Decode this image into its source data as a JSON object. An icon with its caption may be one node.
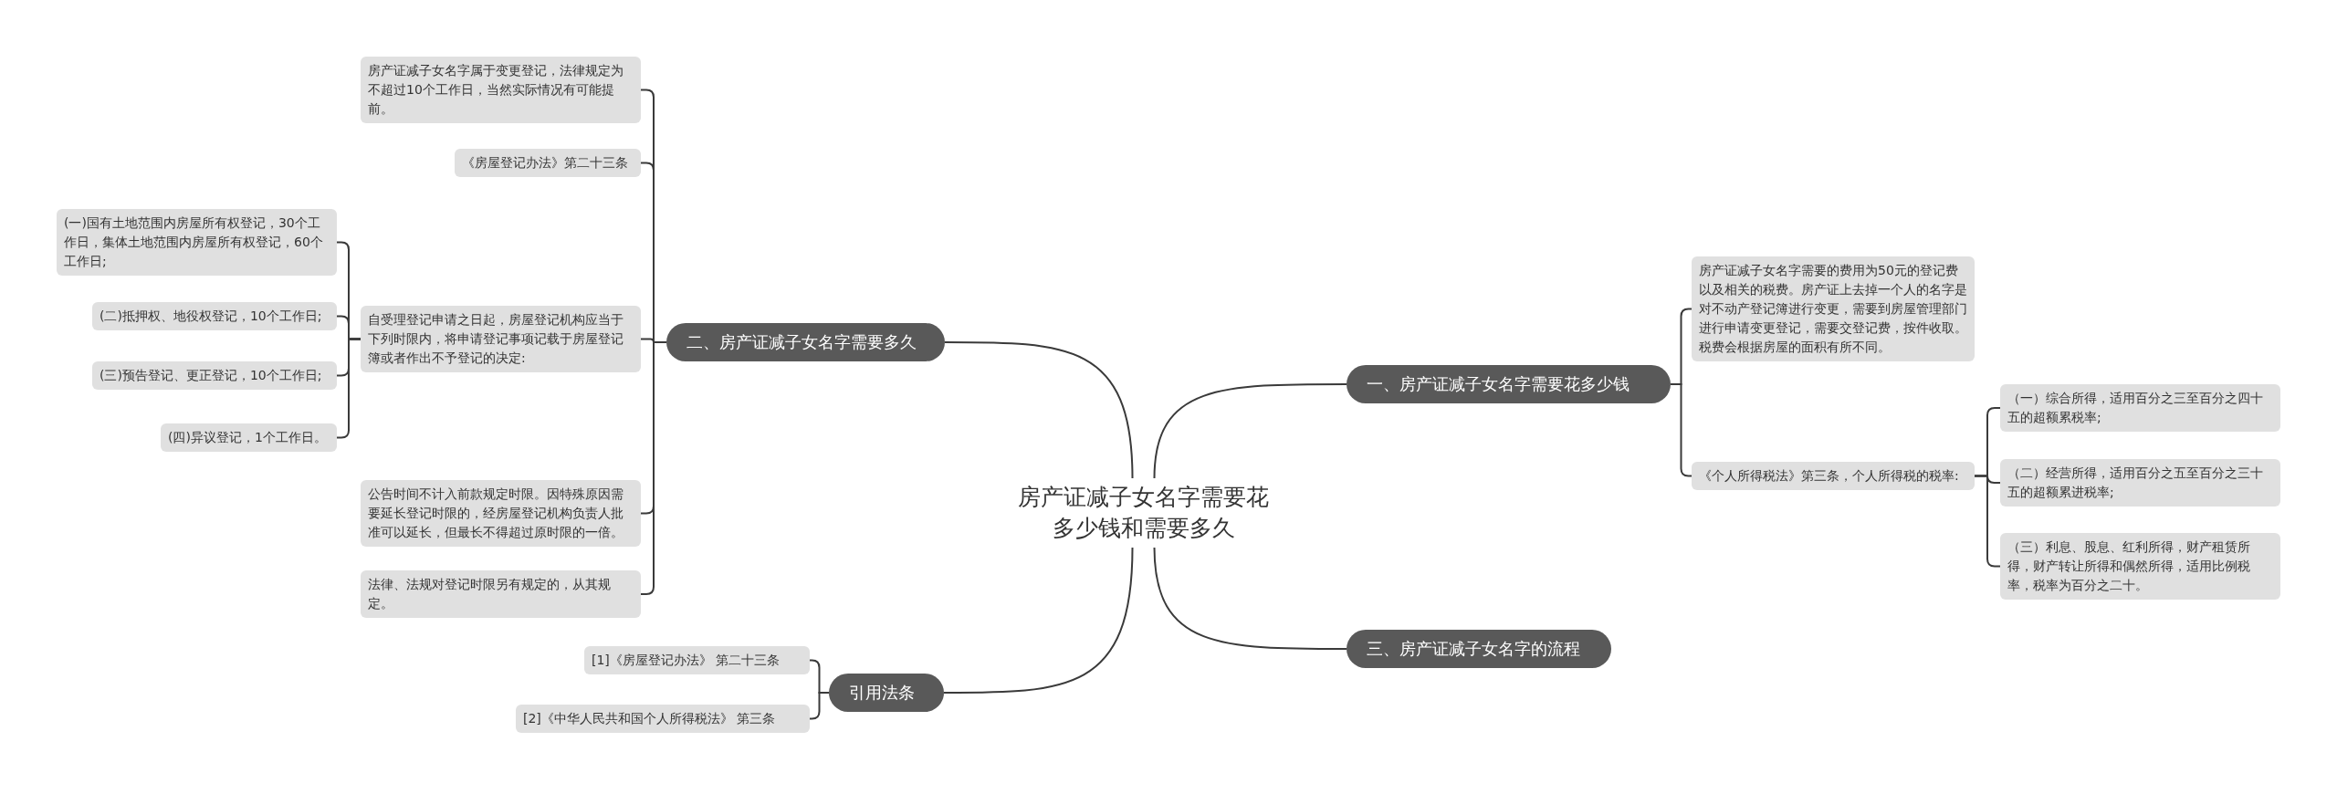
{
  "diagram": {
    "nodes": [
      {
        "text": [
          "房产证减子女名字需要花多少钱和需要多久"
        ]
      },
      {
        "text": [
          "二、房产证减子女名字需要多久"
        ]
      },
      {
        "text": [
          "房产证减子女名字属于变更登记，法律规定为不超过10个工作日，当然实际情况有可能提前。"
        ]
      },
      {
        "text": [
          "《房屋登记办法》第二十三条"
        ]
      },
      {
        "text": [
          "自受理登记申请之日起，房屋登记机构应当于下列时限内，将申请登记事项记载于房屋登记簿或者作出不予登记的决定:"
        ]
      },
      {
        "text": [
          "公告时间不计入前款规定时限。因特殊原因需要延长登记时限的，经房屋登记机构负责人批准可以延长，但最长不得超过原时限的一倍。"
        ]
      },
      {
        "text": [
          "法律、法规对登记时限另有规定的，从其规定。"
        ]
      },
      {
        "text": [
          "(一)国有土地范围内房屋所有权登记，30个工作日，集体土地范围内房屋所有权登记，60个工作日;"
        ]
      },
      {
        "text": [
          "(二)抵押权、地役权登记，10个工作日;"
        ]
      },
      {
        "text": [
          "(三)预告登记、更正登记，10个工作日;"
        ]
      },
      {
        "text": [
          "(四)异议登记，1个工作日。"
        ]
      },
      {
        "text": [
          "引用法条"
        ]
      },
      {
        "text": [
          "[1]《房屋登记办法》 第二十三条"
        ]
      },
      {
        "text": [
          "[2]《中华人民共和国个人所得税法》 第三条"
        ]
      },
      {
        "text": [
          "一、房产证减子女名字需要花多少钱"
        ]
      },
      {
        "text": [
          "房产证减子女名字需要的费用为50元的登记费以及相关的税费。房产证上去掉一个人的名字是对不动产登记簿进行变更，需要到房屋管理部门进行申请变更登记，需要交登记费，按件收取。税费会根据房屋的面积有所不同。"
        ]
      },
      {
        "text": [
          "《个人所得税法》第三条，个人所得税的税率:"
        ]
      },
      {
        "text": [
          "（一）综合所得，适用百分之三至百分之四十五的超额累税率;"
        ]
      },
      {
        "text": [
          "（二）经营所得，适用百分之五至百分之三十五的超额累进税率;"
        ]
      },
      {
        "text": [
          "（三）利息、股息、红利所得，财产租赁所得，财产转让所得和偶然所得，适用比例税率，税率为百分之二十。"
        ]
      },
      {
        "text": [
          "三、房产证减子女名字的流程"
        ]
      }
    ],
    "edges": [
      {
        "from": 0,
        "to": 1,
        "arrow": "none"
      },
      {
        "from": 1,
        "to": 2,
        "arrow": "none"
      },
      {
        "from": 1,
        "to": 3,
        "arrow": "none"
      },
      {
        "from": 1,
        "to": 4,
        "arrow": "none"
      },
      {
        "from": 1,
        "to": 5,
        "arrow": "none"
      },
      {
        "from": 1,
        "to": 6,
        "arrow": "none"
      },
      {
        "from": 4,
        "to": 7,
        "arrow": "none"
      },
      {
        "from": 4,
        "to": 8,
        "arrow": "none"
      },
      {
        "from": 4,
        "to": 9,
        "arrow": "none"
      },
      {
        "from": 4,
        "to": 10,
        "arrow": "none"
      },
      {
        "from": 0,
        "to": 11,
        "arrow": "none"
      },
      {
        "from": 11,
        "to": 12,
        "arrow": "none"
      },
      {
        "from": 11,
        "to": 13,
        "arrow": "none"
      },
      {
        "from": 0,
        "to": 14,
        "arrow": "none"
      },
      {
        "from": 14,
        "to": 15,
        "arrow": "none"
      },
      {
        "from": 14,
        "to": 16,
        "arrow": "none"
      },
      {
        "from": 16,
        "to": 17,
        "arrow": "none"
      },
      {
        "from": 16,
        "to": 18,
        "arrow": "none"
      },
      {
        "from": 16,
        "to": 19,
        "arrow": "none"
      },
      {
        "from": 0,
        "to": 20,
        "arrow": "none"
      }
    ]
  }
}
